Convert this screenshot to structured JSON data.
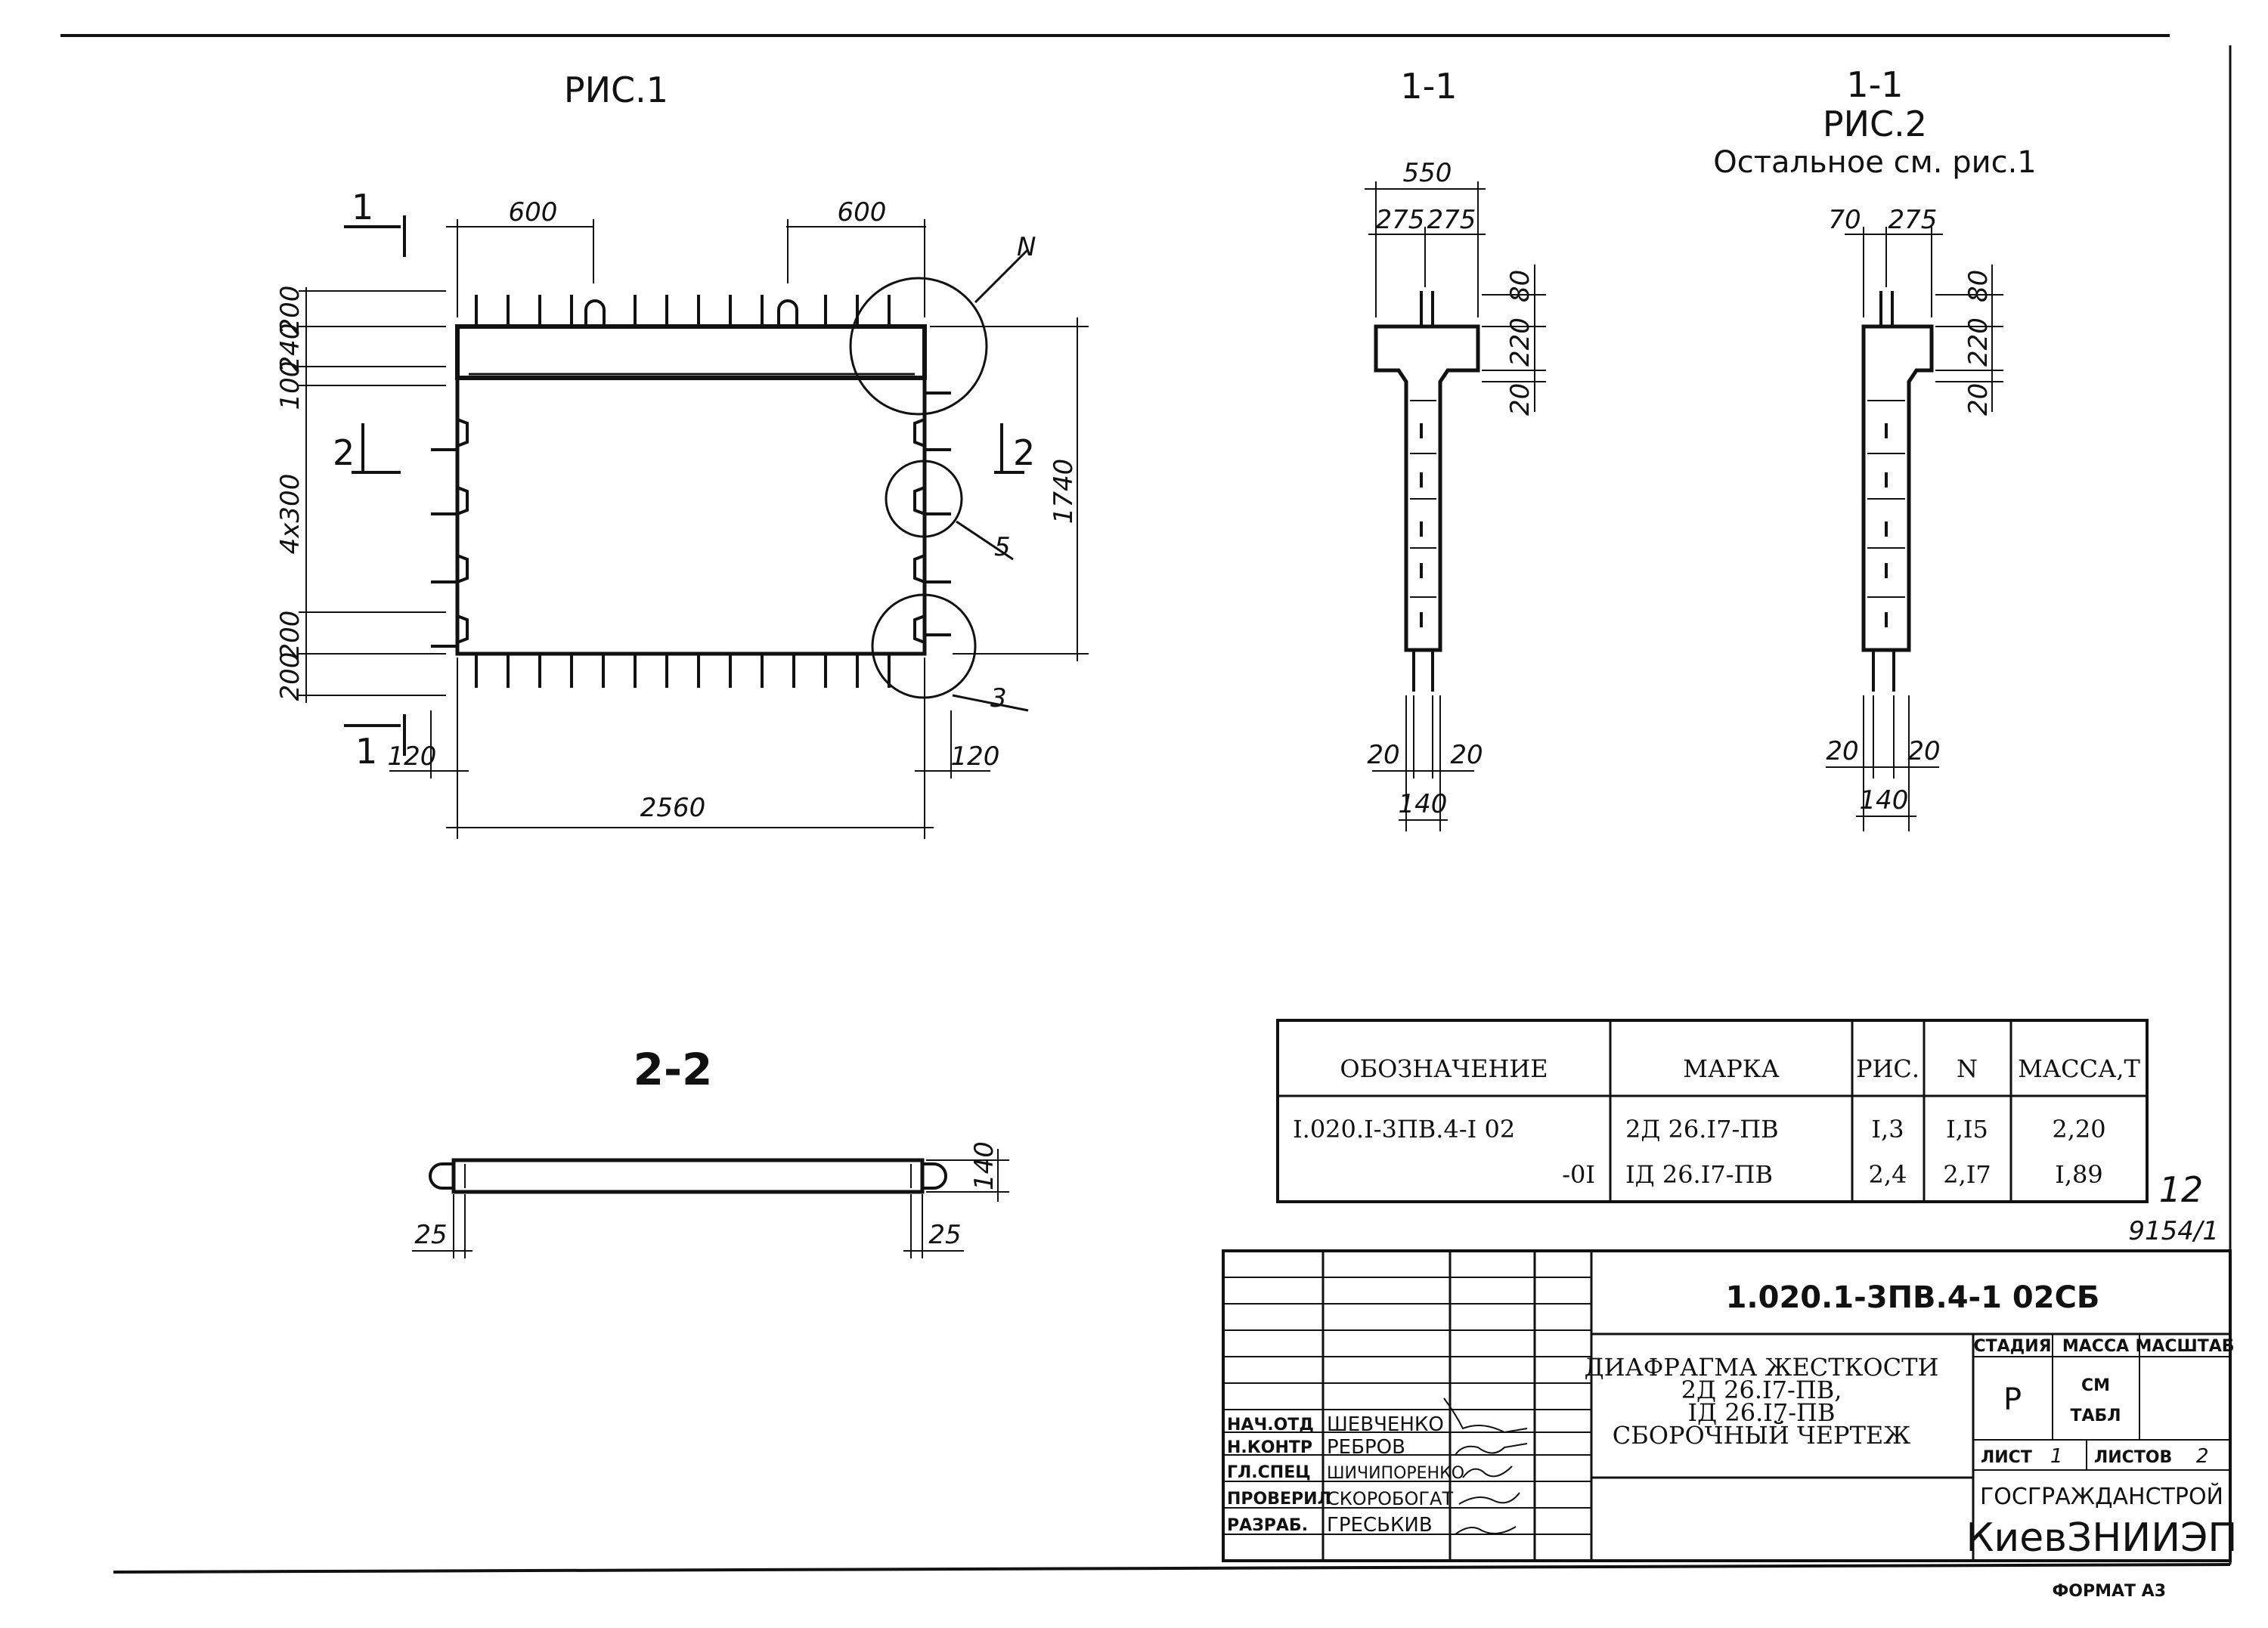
{
  "fig1": {
    "title": "РИС.1",
    "section_mark": "1",
    "section2_mark": "2",
    "dims": {
      "top_left": "600",
      "top_right": "600",
      "left_200a": "200",
      "left_240": "240",
      "left_100": "100",
      "left_4x300": "4x300",
      "left_200b": "200",
      "left_200c": "200",
      "height_1740": "1740",
      "bottom_120a": "120",
      "bottom_120b": "120",
      "width_2560": "2560"
    },
    "callouts": {
      "n": "N",
      "five": "5",
      "three": "3"
    }
  },
  "sec11": {
    "title": "1-1",
    "dims": {
      "w550": "550",
      "a275": "275",
      "b275": "275",
      "d80": "80",
      "d220": "220",
      "d20": "20",
      "l20": "20",
      "r20": "20",
      "w140": "140"
    }
  },
  "sec11b": {
    "title": "1-1",
    "fig": "РИС.2",
    "note": "Остальное см. рис.1",
    "dims": {
      "d70": "70",
      "d275": "275",
      "d80": "80",
      "d220": "220",
      "d20": "20",
      "l20": "20",
      "r20": "20",
      "w140": "140"
    }
  },
  "sec22": {
    "title": "2-2",
    "dims": {
      "h140": "140",
      "l25": "25",
      "r25": "25"
    }
  },
  "spec_table": {
    "headers": [
      "ОБОЗНАЧЕНИЕ",
      "МАРКА",
      "РИС.",
      "N",
      "МАССА,Т"
    ],
    "rows": [
      [
        "I.020.I-3ПВ.4-I 02",
        "2Д 26.I7-ПВ",
        "I,3",
        "I,I5",
        "2,20"
      ],
      [
        "-0I",
        "IД 26.I7-ПВ",
        "2,4",
        "2,I7",
        "I,89"
      ]
    ]
  },
  "page_number": "12",
  "inventory": "9154/1",
  "title_block": {
    "code": "1.020.1-3ПВ.4-1 02СБ",
    "name_lines": [
      "ДИАФРАГМА ЖЕСТКОСТИ",
      "2Д 26.I7-ПВ,",
      "IД 26.I7-ПВ",
      "СБОРОЧНЫЙ ЧЕРТЕЖ"
    ],
    "stage_header": "СТАДИЯ",
    "mass_header": "МАССА",
    "scale_header": "МАСШТАБ",
    "stage": "Р",
    "mass_lines": [
      "СМ",
      "ТАБЛ"
    ],
    "sheet_label": "ЛИСТ",
    "sheet_value": "1",
    "sheets_label": "ЛИСТОВ",
    "sheets_value": "2",
    "org1": "ГОСГРАЖДАНСТРОЙ",
    "org2": "КиевЗНИИЭП",
    "people": [
      {
        "role": "НАЧ.ОТД",
        "name": "ШЕВЧЕНКО"
      },
      {
        "role": "Н.КОНТР",
        "name": "РЕБРОВ"
      },
      {
        "role": "ГЛ.СПЕЦ",
        "name": "ШИЧИПОРЕНКО"
      },
      {
        "role": "ПРОВЕРИЛ",
        "name": "СКОРОБОГАТ"
      },
      {
        "role": "РАЗРАБ.",
        "name": "ГРЕСЬКИВ"
      }
    ]
  },
  "format": "ФОРМАТ А3"
}
